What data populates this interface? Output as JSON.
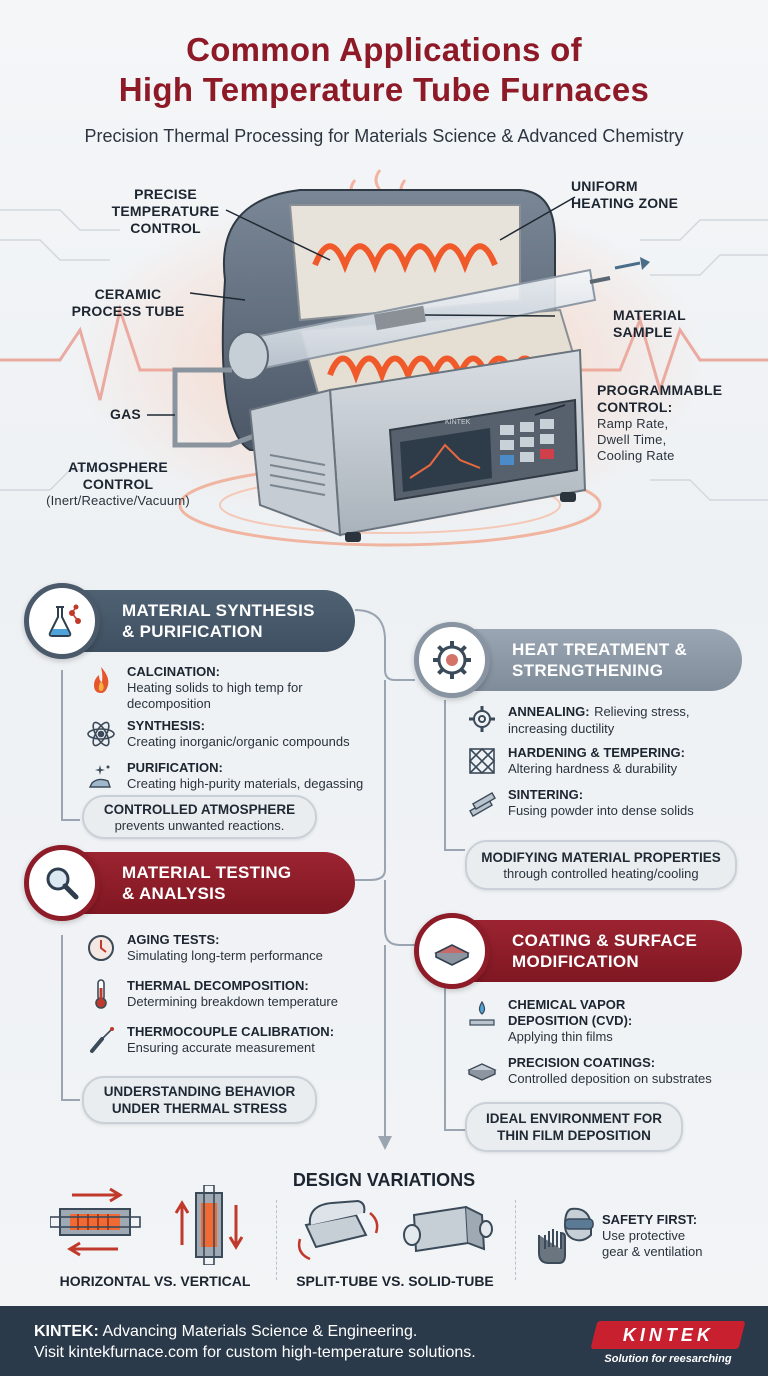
{
  "header": {
    "title_line1": "Common Applications of",
    "title_line2": "High Temperature Tube Furnaces",
    "subtitle": "Precision Thermal Processing for Materials Science & Advanced Chemistry"
  },
  "diagram": {
    "callouts": {
      "precise": [
        "PRECISE",
        "TEMPERATURE",
        "CONTROL"
      ],
      "uniform": [
        "UNIFORM",
        "HEATING ZONE"
      ],
      "ceramic": [
        "CERAMIC",
        "PROCESS TUBE"
      ],
      "material": [
        "MATERIAL",
        "SAMPLE"
      ],
      "gas": "GAS",
      "programmable": [
        "PROGRAMMABLE",
        "CONTROL:"
      ],
      "programmable_sub": [
        "Ramp Rate,",
        "Dwell Time,",
        "Cooling Rate"
      ],
      "atmosphere": [
        "ATMOSPHERE",
        "CONTROL"
      ],
      "atmosphere_sub": "(Inert/Reactive/Vacuum)"
    },
    "panel_brand": "KINTEK"
  },
  "sections": {
    "synthesis": {
      "title": [
        "MATERIAL SYNTHESIS",
        "& PURIFICATION"
      ],
      "items": [
        {
          "title": "CALCINATION:",
          "desc": [
            "Heating solids to high temp for",
            "decomposition"
          ]
        },
        {
          "title": "SYNTHESIS:",
          "desc": [
            "Creating inorganic/organic compounds"
          ]
        },
        {
          "title": "PURIFICATION:",
          "desc": [
            "Creating high-purity materials, degassing"
          ]
        }
      ],
      "summary_title": "CONTROLLED ATMOSPHERE",
      "summary_desc": "prevents unwanted reactions."
    },
    "heat": {
      "title": [
        "HEAT TREATMENT &",
        "STRENGTHENING"
      ],
      "items": [
        {
          "title": "ANNEALING:",
          "inline": "Relieving stress,",
          "desc": [
            "increasing ductility"
          ]
        },
        {
          "title": "HARDENING & TEMPERING:",
          "desc": [
            "Altering hardness & durability"
          ]
        },
        {
          "title": "SINTERING:",
          "desc": [
            "Fusing powder into dense solids"
          ]
        }
      ],
      "summary_title": "MODIFYING MATERIAL PROPERTIES",
      "summary_desc": "through controlled heating/cooling"
    },
    "testing": {
      "title": [
        "MATERIAL TESTING",
        "& ANALYSIS"
      ],
      "items": [
        {
          "title": "AGING TESTS:",
          "desc": [
            "Simulating long-term performance"
          ]
        },
        {
          "title": "THERMAL DECOMPOSITION:",
          "desc": [
            "Determining breakdown temperature"
          ]
        },
        {
          "title": "THERMOCOUPLE CALIBRATION:",
          "desc": [
            "Ensuring accurate measurement"
          ]
        }
      ],
      "summary_lines": [
        "UNDERSTANDING BEHAVIOR",
        "UNDER THERMAL STRESS"
      ]
    },
    "coating": {
      "title": [
        "COATING & SURFACE",
        "MODIFICATION"
      ],
      "items": [
        {
          "title_lines": [
            "CHEMICAL VAPOR",
            "DEPOSITION (CVD):"
          ],
          "desc": [
            "Applying thin films"
          ]
        },
        {
          "title_lines": [
            "PRECISION COATINGS:"
          ],
          "desc": [
            "Controlled deposition on substrates"
          ]
        }
      ],
      "summary_lines": [
        "IDEAL ENVIRONMENT FOR",
        "THIN FILM DEPOSITION"
      ]
    }
  },
  "design": {
    "title": "DESIGN VARIATIONS",
    "horizontal_label": "HORIZONTAL VS. VERTICAL",
    "split_label": "SPLIT-TUBE VS. SOLID-TUBE",
    "safety_title": "SAFETY FIRST:",
    "safety_desc": [
      "Use protective",
      "gear & ventilation"
    ]
  },
  "footer": {
    "brand": "KINTEK:",
    "line1_rest": " Advancing Materials Science & Engineering.",
    "line2": "Visit kintekfurnace.com for custom high-temperature solutions.",
    "logo": "KINTEK",
    "tagline": "Solution for reesarching"
  },
  "colors": {
    "accent_red": "#8d1a26",
    "slate": "#3e5061",
    "footer_bg": "#2b3a4a",
    "logo_red": "#c8202f"
  }
}
